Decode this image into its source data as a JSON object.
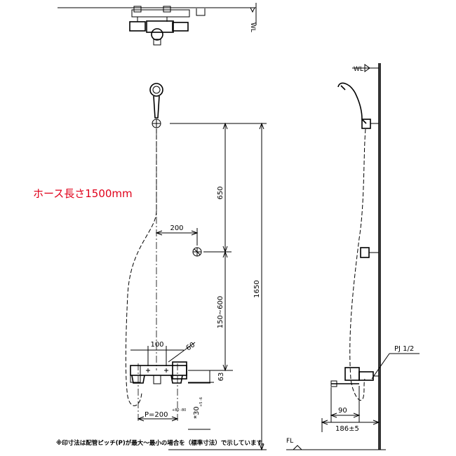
{
  "labels": {
    "wl_top": "WL",
    "wl_side": "WL",
    "fl": "FL",
    "hose_length": "ホース長さ1500mm",
    "pj": "PJ 1/2",
    "note": "※印寸法は配管ピッチ(P)が最大～最小の場合を（標準寸法）で示しています。"
  },
  "dimensions": {
    "d650": "650",
    "d1650": "1650",
    "d200": "200",
    "d150_600": "150~600",
    "d100": "100",
    "d60": "60",
    "d63": "63",
    "pitch": "P=200",
    "pitch_tol": "+80 -80",
    "d30": "*30",
    "d30_tol": "+5 -6",
    "d90": "90",
    "d186": "186±5"
  },
  "colors": {
    "line": "#000000",
    "hose_label": "#e0001a"
  }
}
